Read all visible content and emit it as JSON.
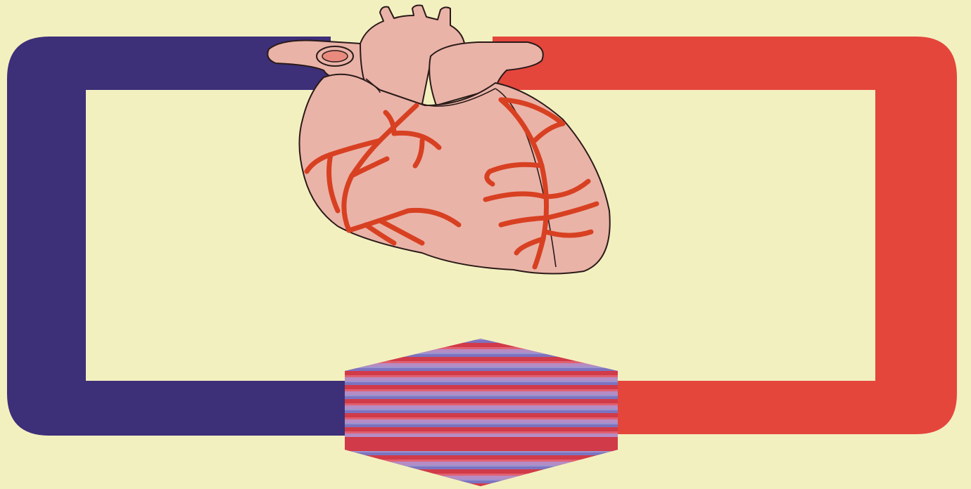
{
  "diagram": {
    "colors": {
      "background": "#f3f0c0",
      "deoxygenated_vessel": "#3d2f78",
      "oxygenated_vessel": "#e4463c",
      "heart_fill": "#eab3a8",
      "heart_outline": "#2a1a18",
      "coronary_artery": "#d84022",
      "capillary_stripe_light": "#9a93cf",
      "capillary_stripe_dark": "#d13a48"
    },
    "parts": [
      {
        "id": "heart",
        "icon": "heart-icon"
      },
      {
        "id": "deoxygenated-circuit",
        "icon": "vessel-icon"
      },
      {
        "id": "oxygenated-circuit",
        "icon": "vessel-icon"
      },
      {
        "id": "capillary-bed",
        "icon": "hexagon-icon"
      }
    ]
  }
}
